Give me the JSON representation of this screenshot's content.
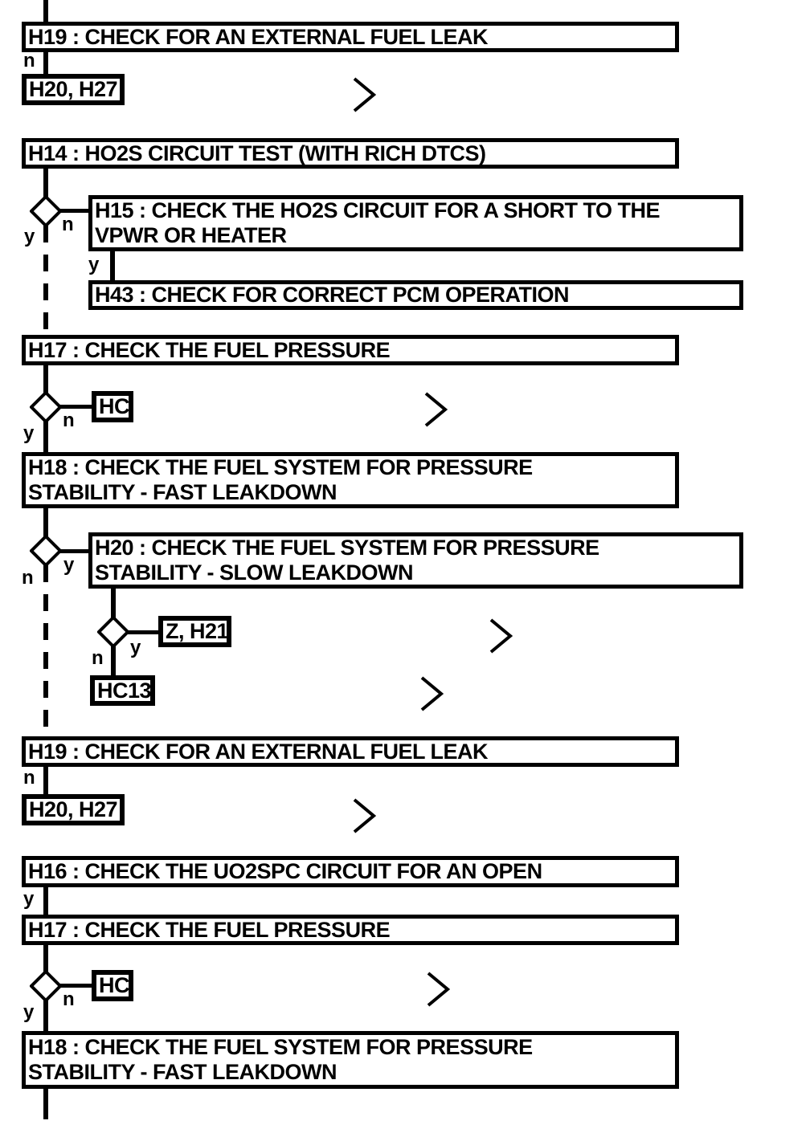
{
  "diagram": {
    "type": "flowchart",
    "colors": {
      "line": "#000000",
      "background": "#ffffff",
      "box_fill": "#ffffff"
    },
    "labels": {
      "yes": "y",
      "no": "n"
    },
    "nodes": {
      "h19_top": "H19 : CHECK FOR AN EXTERNAL FUEL LEAK",
      "h20_h27_top": "H20, H27",
      "h14": "H14 : HO2S CIRCUIT TEST (WITH RICH DTCS)",
      "h15_line1": "H15 : CHECK THE HO2S CIRCUIT FOR A SHORT TO THE",
      "h15_line2": "VPWR OR HEATER",
      "h43": "H43 : CHECK FOR CORRECT PCM OPERATION",
      "h17_a": "H17 : CHECK THE FUEL PRESSURE",
      "hc_a": "HC",
      "h18_a_line1": "H18 : CHECK THE FUEL SYSTEM FOR PRESSURE",
      "h18_a_line2": "STABILITY - FAST LEAKDOWN",
      "h20_line1": "H20 : CHECK THE FUEL SYSTEM FOR PRESSURE",
      "h20_line2": "STABILITY - SLOW LEAKDOWN",
      "z_h21": "Z, H21",
      "hc13": "HC13",
      "h19_mid": "H19 : CHECK FOR AN EXTERNAL FUEL LEAK",
      "h20_h27_mid": "H20, H27",
      "h16": "H16 : CHECK THE UO2SPC CIRCUIT FOR AN OPEN",
      "h17_b": "H17 : CHECK THE FUEL PRESSURE",
      "hc_b": "HC",
      "h18_b_line1": "H18 : CHECK THE FUEL SYSTEM FOR PRESSURE",
      "h18_b_line2": "STABILITY - FAST LEAKDOWN"
    }
  }
}
